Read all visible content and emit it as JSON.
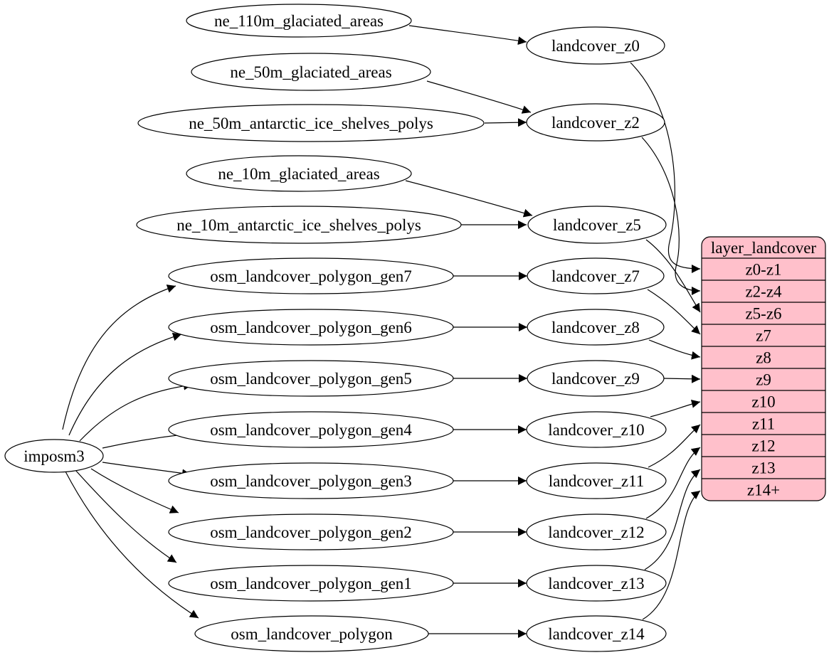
{
  "nodes": {
    "imposm3": {
      "label": "imposm3"
    },
    "ne_110m_glaciated_areas": {
      "label": "ne_110m_glaciated_areas"
    },
    "ne_50m_glaciated_areas": {
      "label": "ne_50m_glaciated_areas"
    },
    "ne_50m_antarctic_ice_shelves_polys": {
      "label": "ne_50m_antarctic_ice_shelves_polys"
    },
    "ne_10m_glaciated_areas": {
      "label": "ne_10m_glaciated_areas"
    },
    "ne_10m_antarctic_ice_shelves_polys": {
      "label": "ne_10m_antarctic_ice_shelves_polys"
    },
    "osm_landcover_polygon_gen7": {
      "label": "osm_landcover_polygon_gen7"
    },
    "osm_landcover_polygon_gen6": {
      "label": "osm_landcover_polygon_gen6"
    },
    "osm_landcover_polygon_gen5": {
      "label": "osm_landcover_polygon_gen5"
    },
    "osm_landcover_polygon_gen4": {
      "label": "osm_landcover_polygon_gen4"
    },
    "osm_landcover_polygon_gen3": {
      "label": "osm_landcover_polygon_gen3"
    },
    "osm_landcover_polygon_gen2": {
      "label": "osm_landcover_polygon_gen2"
    },
    "osm_landcover_polygon_gen1": {
      "label": "osm_landcover_polygon_gen1"
    },
    "osm_landcover_polygon": {
      "label": "osm_landcover_polygon"
    },
    "landcover_z0": {
      "label": "landcover_z0"
    },
    "landcover_z2": {
      "label": "landcover_z2"
    },
    "landcover_z5": {
      "label": "landcover_z5"
    },
    "landcover_z7": {
      "label": "landcover_z7"
    },
    "landcover_z8": {
      "label": "landcover_z8"
    },
    "landcover_z9": {
      "label": "landcover_z9"
    },
    "landcover_z10": {
      "label": "landcover_z10"
    },
    "landcover_z11": {
      "label": "landcover_z11"
    },
    "landcover_z12": {
      "label": "landcover_z12"
    },
    "landcover_z13": {
      "label": "landcover_z13"
    },
    "landcover_z14": {
      "label": "landcover_z14"
    }
  },
  "table": {
    "title": "layer_landcover",
    "rows": [
      "z0-z1",
      "z2-z4",
      "z5-z6",
      "z7",
      "z8",
      "z9",
      "z10",
      "z11",
      "z12",
      "z13",
      "z14+"
    ]
  },
  "colors": {
    "table_fill": "#ffc0cb",
    "node_fill": "#ffffff",
    "edge": "#000000"
  },
  "edges": [
    {
      "from": "imposm3",
      "to": "osm_landcover_polygon_gen7"
    },
    {
      "from": "imposm3",
      "to": "osm_landcover_polygon_gen6"
    },
    {
      "from": "imposm3",
      "to": "osm_landcover_polygon_gen5"
    },
    {
      "from": "imposm3",
      "to": "osm_landcover_polygon_gen4"
    },
    {
      "from": "imposm3",
      "to": "osm_landcover_polygon_gen3"
    },
    {
      "from": "imposm3",
      "to": "osm_landcover_polygon_gen2"
    },
    {
      "from": "imposm3",
      "to": "osm_landcover_polygon_gen1"
    },
    {
      "from": "imposm3",
      "to": "osm_landcover_polygon"
    },
    {
      "from": "ne_110m_glaciated_areas",
      "to": "landcover_z0"
    },
    {
      "from": "ne_50m_glaciated_areas",
      "to": "landcover_z2"
    },
    {
      "from": "ne_50m_antarctic_ice_shelves_polys",
      "to": "landcover_z2"
    },
    {
      "from": "ne_10m_glaciated_areas",
      "to": "landcover_z5"
    },
    {
      "from": "ne_10m_antarctic_ice_shelves_polys",
      "to": "landcover_z5"
    },
    {
      "from": "osm_landcover_polygon_gen7",
      "to": "landcover_z7"
    },
    {
      "from": "osm_landcover_polygon_gen6",
      "to": "landcover_z8"
    },
    {
      "from": "osm_landcover_polygon_gen5",
      "to": "landcover_z9"
    },
    {
      "from": "osm_landcover_polygon_gen4",
      "to": "landcover_z10"
    },
    {
      "from": "osm_landcover_polygon_gen3",
      "to": "landcover_z11"
    },
    {
      "from": "osm_landcover_polygon_gen2",
      "to": "landcover_z12"
    },
    {
      "from": "osm_landcover_polygon_gen1",
      "to": "landcover_z13"
    },
    {
      "from": "osm_landcover_polygon",
      "to": "landcover_z14"
    },
    {
      "from": "landcover_z0",
      "to": "layer_landcover:z0-z1"
    },
    {
      "from": "landcover_z2",
      "to": "layer_landcover:z2-z4"
    },
    {
      "from": "landcover_z5",
      "to": "layer_landcover:z5-z6"
    },
    {
      "from": "landcover_z7",
      "to": "layer_landcover:z7"
    },
    {
      "from": "landcover_z8",
      "to": "layer_landcover:z8"
    },
    {
      "from": "landcover_z9",
      "to": "layer_landcover:z9"
    },
    {
      "from": "landcover_z10",
      "to": "layer_landcover:z10"
    },
    {
      "from": "landcover_z11",
      "to": "layer_landcover:z11"
    },
    {
      "from": "landcover_z12",
      "to": "layer_landcover:z12"
    },
    {
      "from": "landcover_z13",
      "to": "layer_landcover:z13"
    },
    {
      "from": "landcover_z14",
      "to": "layer_landcover:z14+"
    }
  ]
}
